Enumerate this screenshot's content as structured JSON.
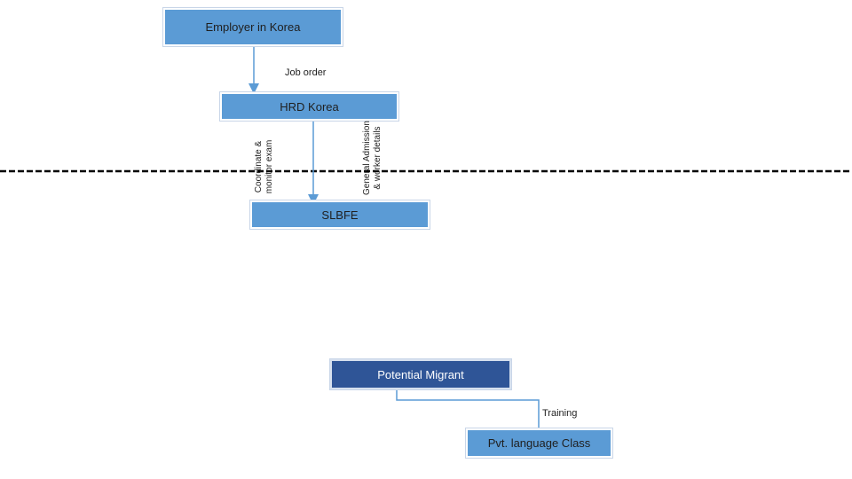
{
  "diagram": {
    "nodes": {
      "employer": "Employer in Korea",
      "hrd": "HRD Korea",
      "slbfe": "SLBFE",
      "migrant": "Potential Migrant",
      "pvt_class": "Pvt. language Class"
    },
    "edge_labels": {
      "job_order": "Job order",
      "coordinate_line1": "Coordinate &",
      "coordinate_line2": "monitor exam",
      "general_line1": "General Admission",
      "general_line2": "& worker details",
      "training": "Training"
    },
    "colors": {
      "box_light": "#5b9bd5",
      "box_dark": "#2f5597",
      "connector": "#5b9bd5",
      "divider": "#000000"
    }
  }
}
